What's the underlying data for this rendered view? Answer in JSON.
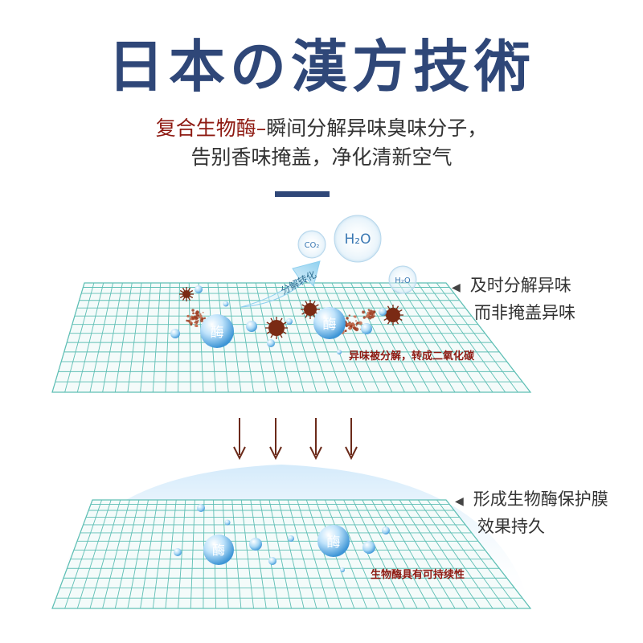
{
  "title": "日本の漢方技術",
  "subtitle": {
    "highlight": "复合生物酶–",
    "line1_rest": "瞬间分解异味臭味分子，",
    "line2": "告别香味掩盖，净化清新空气"
  },
  "panel_top": {
    "note_line1": "及时分解异味",
    "note_line2": "而非掩盖异味",
    "caption": "异味被分解，转成二氧化碳",
    "arrow_label": "分解转化",
    "bubble_label": "酶",
    "molecules": [
      "CO₂",
      "H₂O",
      "H₂O"
    ]
  },
  "panel_bottom": {
    "note_line1": "形成生物酶保护膜",
    "note_line2": "效果持久",
    "caption": "生物酶具有可持续性",
    "bubble_label": "酶"
  },
  "colors": {
    "title": "#2f4778",
    "accent_red": "#8e1a12",
    "grid": "#5fbfb5",
    "bubble": "#6fb8e6",
    "dirt": "#7a2a14",
    "arrow": "#6b2a1a"
  },
  "icons": [
    "triangle-left-icon",
    "down-arrow-icon",
    "virus-particle-icon",
    "enzyme-bubble-icon"
  ]
}
